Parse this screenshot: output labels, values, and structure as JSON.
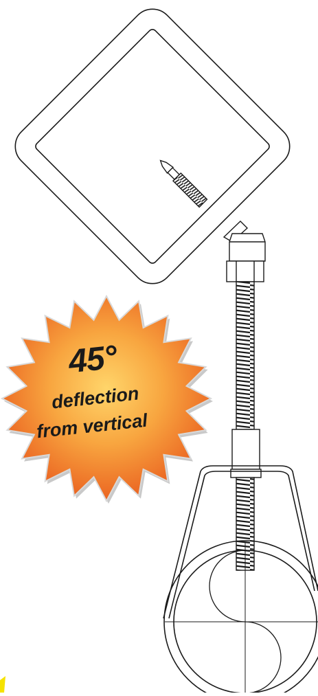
{
  "badge": {
    "degrees": "45°",
    "line1": "deflection",
    "line2": "from vertical"
  },
  "colors": {
    "line": "#1a1a1a",
    "badge_outer": "#f7b733",
    "badge_inner": "#e8581c",
    "badge_edge": "#c9c9c9",
    "corner_mark": "#f5e200"
  }
}
